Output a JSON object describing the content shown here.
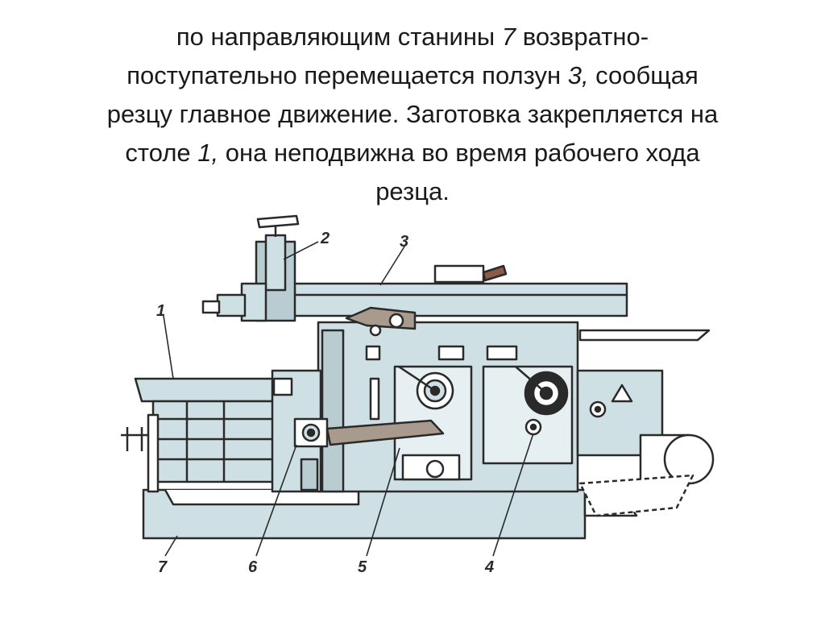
{
  "description": {
    "line1_a": "по направляющим станины ",
    "line1_ref": "7",
    "line1_b": " возвратно-",
    "line2_a": "поступательно перемещается ползун ",
    "line2_ref": "3,",
    "line2_b": " сообщая",
    "line3": "резцу главное движение. Заготовка закрепляется на",
    "line4_a": "столе ",
    "line4_ref": "1,",
    "line4_b": " она неподвижна во время рабочего хода",
    "line5": "резца."
  },
  "labels": {
    "l1": "1",
    "l2": "2",
    "l3": "3",
    "l4": "4",
    "l5": "5",
    "l6": "6",
    "l7": "7"
  },
  "colors": {
    "machine_fill": "#cfe0e4",
    "machine_dark": "#9fb6bb",
    "outline": "#2a2a2a",
    "rocker": "#a89a8c",
    "crank": "#8a5a4a"
  }
}
